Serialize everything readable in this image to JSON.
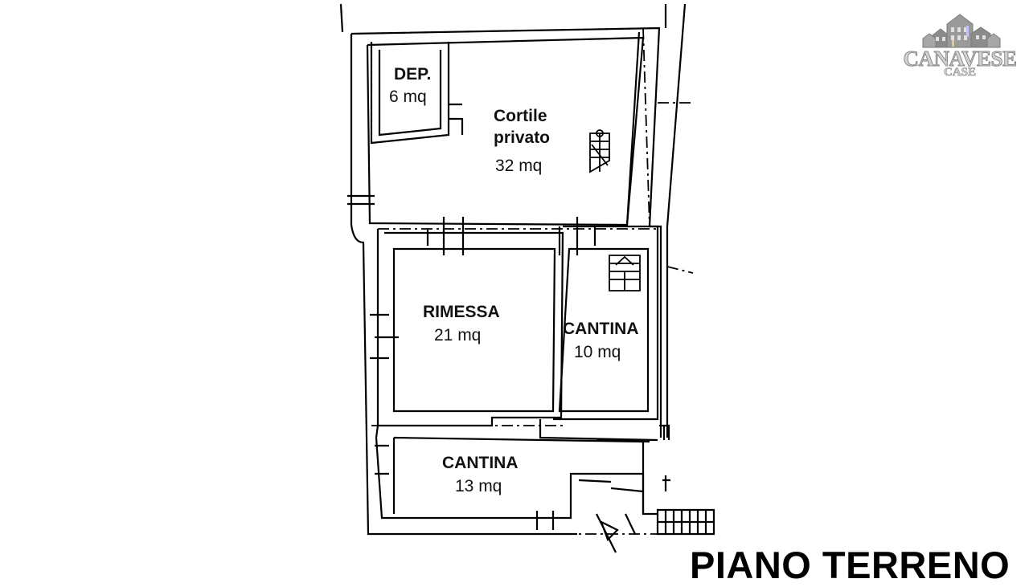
{
  "rooms": {
    "dep": {
      "name": "DEP.",
      "area": "6 mq"
    },
    "cortile": {
      "name_line1": "Cortile",
      "name_line2": "privato",
      "area": "32 mq"
    },
    "rimessa": {
      "name": "RIMESSA",
      "area": "21 mq"
    },
    "cantina_small": {
      "name": "CANTINA",
      "area": "10 mq"
    },
    "cantina_large": {
      "name": "CANTINA",
      "area": "13 mq"
    }
  },
  "floor_title": "PIANO TERRENO",
  "logo": {
    "word": "CANAVESE",
    "sub": "CASE",
    "icon": "houses-icon"
  },
  "colors": {
    "line": "#000000",
    "logo_fill": "#d3d3d3",
    "logo_stroke": "#8a8a8a"
  }
}
